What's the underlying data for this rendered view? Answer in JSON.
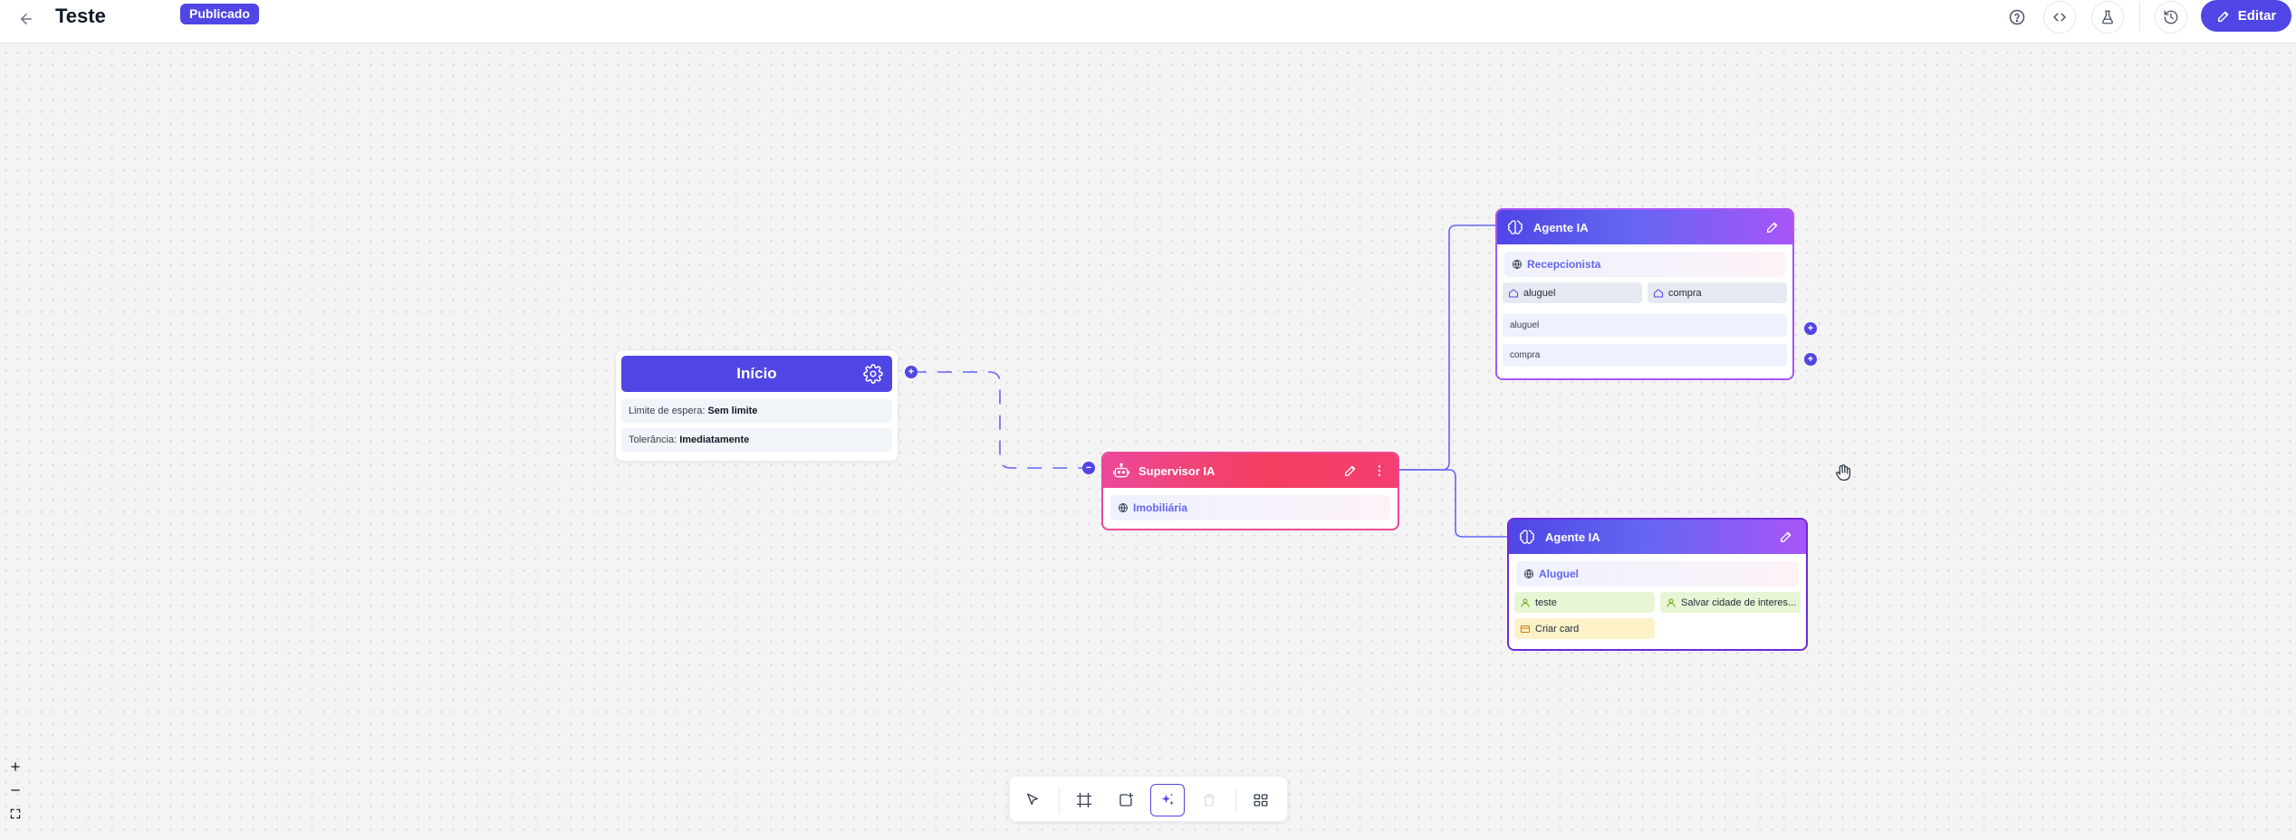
{
  "header": {
    "title": "Teste",
    "status": "Publicado",
    "edit_label": "Editar",
    "icons": [
      "arrow-left-icon",
      "help-circle-icon",
      "code-icon",
      "flask-icon",
      "history-icon",
      "pencil-icon"
    ]
  },
  "nodes": {
    "start": {
      "title": "Início",
      "wait_label": "Limite de espera:",
      "wait_value": "Sem limite",
      "tolerance_label": "Tolerância:",
      "tolerance_value": "Imediatamente"
    },
    "supervisor": {
      "title": "Supervisor IA",
      "model": "Imobiliária"
    },
    "agent_reception": {
      "title": "Agente IA",
      "model": "Recepcionista",
      "tools": [
        "aluguel",
        "compra"
      ],
      "routes": [
        "aluguel",
        "compra"
      ]
    },
    "agent_rent": {
      "title": "Agente IA",
      "model": "Aluguel",
      "tools": [
        "teste",
        "Salvar cidade de interes...",
        "Criar card"
      ]
    }
  },
  "colors": {
    "primary": "#4f46e5",
    "supervisor_pink": "#ec4899",
    "agent_purple": "#a855f7",
    "canvas": "#f4f4f5"
  }
}
